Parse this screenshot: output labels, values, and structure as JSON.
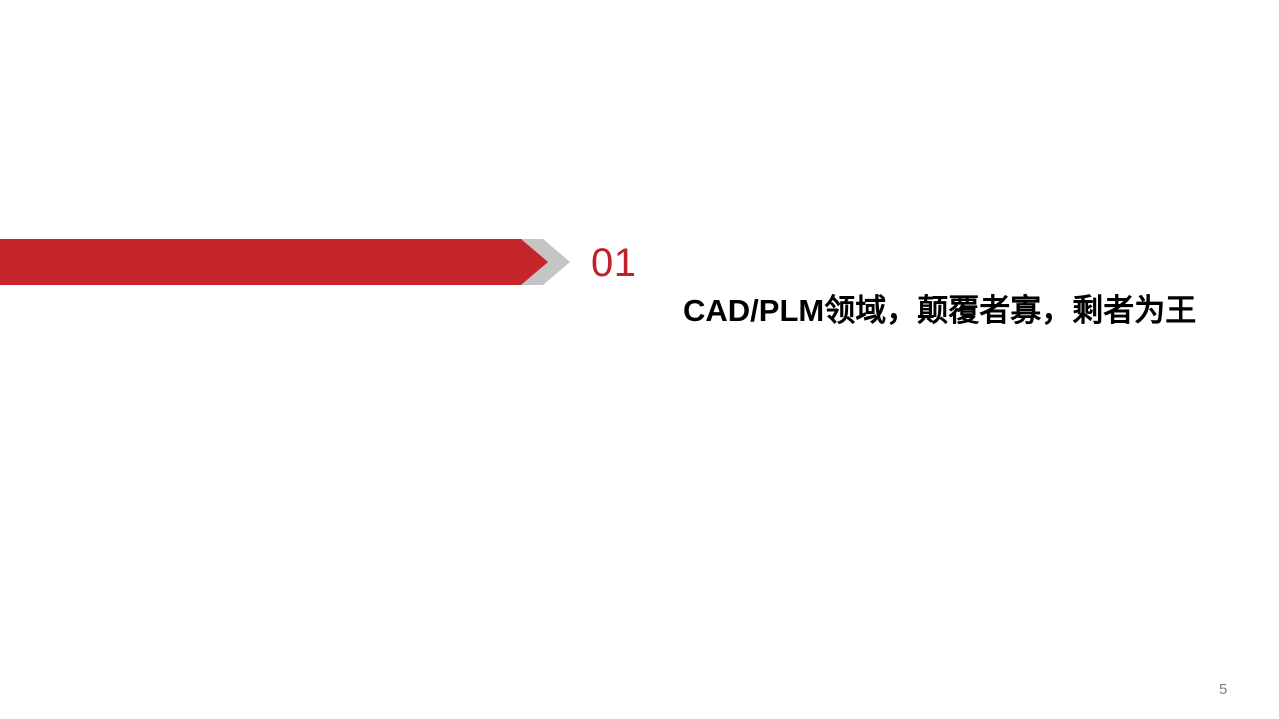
{
  "slide": {
    "section_number": "01",
    "section_title": "CAD/PLM领域，颠覆者寡，剩者为王",
    "page_number": "5"
  },
  "icons": {
    "banner_arrow": "right-arrow-banner",
    "banner_chevron": "chevron-right"
  },
  "colors": {
    "banner-red": "#c4262b",
    "chevron-gray": "#c5c5c5",
    "number-red": "#c0202a",
    "title-black": "#000000",
    "page-number-gray": "#7f7f7f",
    "background": "#ffffff"
  }
}
